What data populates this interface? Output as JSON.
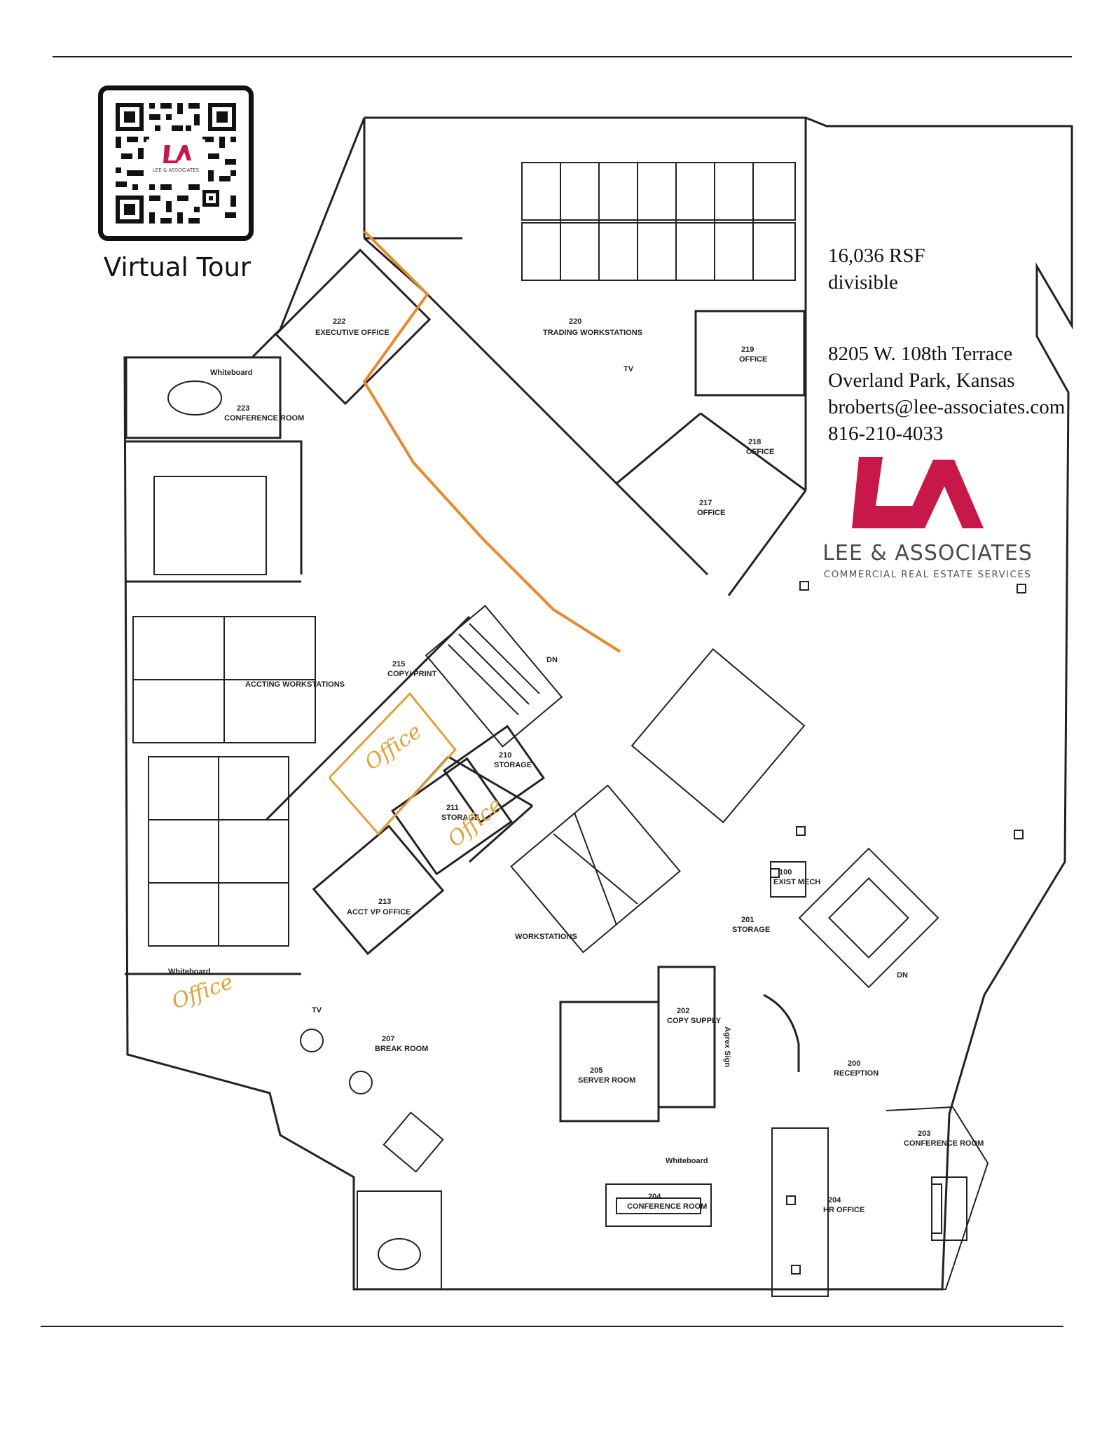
{
  "qr": {
    "caption": "Virtual Tour",
    "brand_mini": "LEE & ASSOCIATES"
  },
  "property": {
    "size": "16,036 RSF",
    "divisible": "divisible",
    "address_line1": "8205 W. 108th Terrace",
    "address_line2": "Overland Park, Kansas",
    "email": "broberts@lee-associates.com",
    "phone": "816-210-4033"
  },
  "brand": {
    "name": "LEE & ASSOCIATES",
    "tagline": "COMMERCIAL REAL ESTATE SERVICES",
    "color": "#c8184a"
  },
  "rooms": {
    "executive_office": "EXECUTIVE OFFICE",
    "executive_office_no": "222",
    "trading": "TRADING WORKSTATIONS",
    "trading_no": "220",
    "conference_223": "CONFERENCE ROOM",
    "conference_223_no": "223",
    "office_219": "OFFICE",
    "office_219_no": "219",
    "office_218": "OFFICE",
    "office_218_no": "218",
    "office_217": "OFFICE",
    "office_217_no": "217",
    "copy_print": "COPY/ PRINT",
    "copy_print_no": "215",
    "accting": "ACCTING WORKSTATIONS",
    "storage_210": "STORAGE",
    "storage_210_no": "210",
    "storage_211": "STORAGE",
    "storage_211_no": "211",
    "acct_office": "ACCT VP OFFICE",
    "acct_office_no": "213",
    "workstations": "WORKSTATIONS",
    "mech": "EXIST MECH",
    "mech_no": "100",
    "storage_201": "STORAGE",
    "storage_201_no": "201",
    "break_room": "BREAK ROOM",
    "break_room_no": "207",
    "copy_supply": "COPY SUPPLY",
    "copy_supply_no": "202",
    "server_room": "SERVER ROOM",
    "server_room_no": "205",
    "reception": "RECEPTION",
    "reception_no": "200",
    "conference_203": "CONFERENCE ROOM",
    "conference_203_no": "203",
    "hr_office": "HR OFFICE",
    "hr_office_no": "204",
    "conference_room": "CONFERENCE ROOM",
    "conference_room_no": "204",
    "tv": "TV",
    "whiteboard": "Whiteboard",
    "dn": "DN",
    "sign": "Agrex Sign"
  },
  "handwritten": {
    "office_a": "Office",
    "office_b": "Office",
    "office_c": "Office"
  }
}
